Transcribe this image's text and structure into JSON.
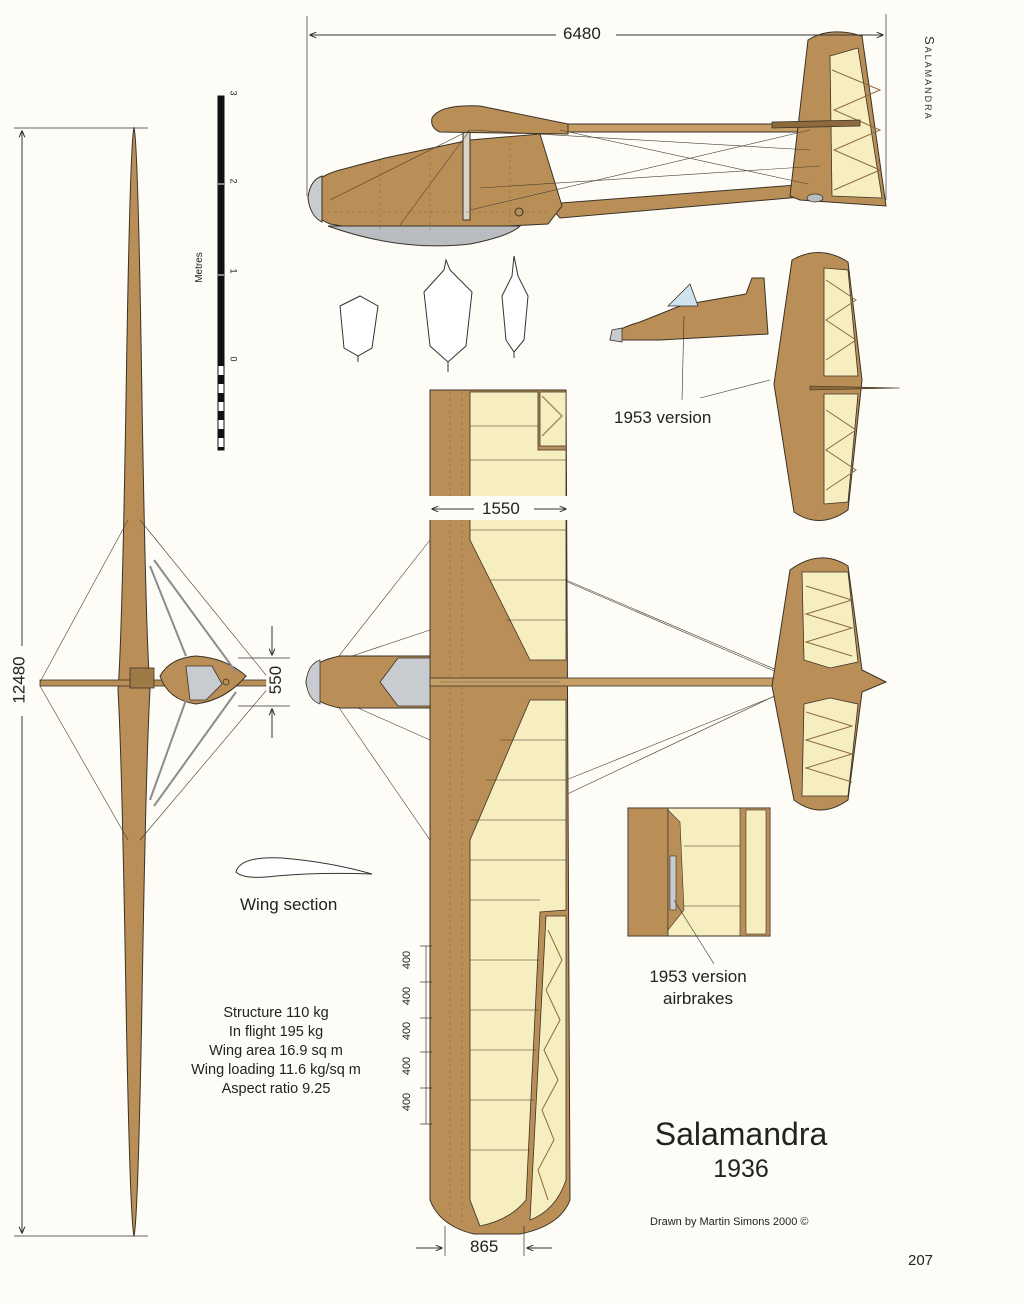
{
  "header": {
    "running_title": "Salamandra"
  },
  "dimensions": {
    "length": "6480",
    "span": "12480",
    "fuselage_width": "550",
    "tailplane_span": "1550",
    "tip_chord": "865",
    "rib_spacing": [
      "400",
      "400",
      "400",
      "400",
      "400"
    ]
  },
  "scale_bar": {
    "label": "Metres",
    "ticks": [
      "0",
      "1",
      "2",
      "3"
    ]
  },
  "labels": {
    "version_1953": "1953 version",
    "airbrakes_1953_line1": "1953 version",
    "airbrakes_1953_line2": "airbrakes",
    "wing_section": "Wing section"
  },
  "specs": [
    "Structure 110 kg",
    "In flight 195 kg",
    "Wing area 16.9 sq m",
    "Wing loading 11.6 kg/sq m",
    "Aspect ratio 9.25"
  ],
  "title": {
    "name": "Salamandra",
    "year": "1936"
  },
  "credit": "Drawn by Martin Simons 2000 ©",
  "page_number": "207",
  "colors": {
    "wood": "#b98f57",
    "wood_dark": "#8c6a3c",
    "fabric": "#f6eebf",
    "metal": "#b9bcc0",
    "line": "#3a3226"
  }
}
